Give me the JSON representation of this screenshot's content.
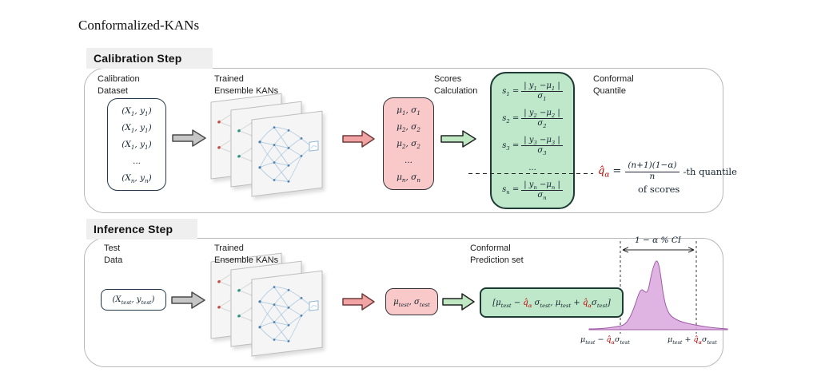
{
  "title": "Conformalized-KANs",
  "colors": {
    "box_pink": "#f9c8c8",
    "box_green": "#bfe8ca",
    "arrow_gray": "#c6c6c6",
    "arrow_pink": "#f2a3a3",
    "arrow_green": "#bfe8c2",
    "highlight_red": "#c00000",
    "density_purple": "#dcaade"
  },
  "calibration": {
    "header": "Calibration Step",
    "dataset_label1": "Calibration",
    "dataset_label2": "Dataset",
    "kans_label1": "Trained",
    "kans_label2": "Ensemble KANs",
    "scores_label1": "Scores",
    "scores_label2": "Calculation",
    "quantile_label1": "Conformal",
    "quantile_label2": "Quantile",
    "dataset_items": [
      [
        {
          "t": "(X"
        },
        {
          "s": "1"
        },
        {
          "t": ", y"
        },
        {
          "s": "1"
        },
        {
          "t": ")"
        }
      ],
      [
        {
          "t": "(X"
        },
        {
          "s": "1"
        },
        {
          "t": ", y"
        },
        {
          "s": "1"
        },
        {
          "t": ")"
        }
      ],
      [
        {
          "t": "(X"
        },
        {
          "s": "1"
        },
        {
          "t": ", y"
        },
        {
          "s": "1"
        },
        {
          "t": ")"
        }
      ],
      [
        {
          "t": "..."
        }
      ],
      [
        {
          "t": "(X"
        },
        {
          "s": "n"
        },
        {
          "t": ", y"
        },
        {
          "s": "n"
        },
        {
          "t": ")"
        }
      ]
    ],
    "mu_items": [
      [
        {
          "t": "μ"
        },
        {
          "s": "1"
        },
        {
          "t": ", σ"
        },
        {
          "s": "1"
        }
      ],
      [
        {
          "t": "μ"
        },
        {
          "s": "2"
        },
        {
          "t": ", σ"
        },
        {
          "s": "2"
        }
      ],
      [
        {
          "t": "μ"
        },
        {
          "s": "2"
        },
        {
          "t": ", σ"
        },
        {
          "s": "2"
        }
      ],
      [
        {
          "t": "..."
        }
      ],
      [
        {
          "t": "μ"
        },
        {
          "s": "n"
        },
        {
          "t": ", σ"
        },
        {
          "s": "n"
        }
      ]
    ],
    "scores": {
      "rows": [
        {
          "lhs": [
            {
              "t": "s"
            },
            {
              "s": "1"
            },
            {
              "t": " ="
            }
          ],
          "num": [
            {
              "t": "| y"
            },
            {
              "s": "1"
            },
            {
              "t": " −μ"
            },
            {
              "s": "1"
            },
            {
              "t": " |"
            }
          ],
          "den": [
            {
              "t": "σ"
            },
            {
              "s": "1"
            }
          ]
        },
        {
          "lhs": [
            {
              "t": "s"
            },
            {
              "s": "2"
            },
            {
              "t": " ="
            }
          ],
          "num": [
            {
              "t": "| y"
            },
            {
              "s": "2"
            },
            {
              "t": " −μ"
            },
            {
              "s": "2"
            },
            {
              "t": " |"
            }
          ],
          "den": [
            {
              "t": "σ"
            },
            {
              "s": "2"
            }
          ]
        },
        {
          "lhs": [
            {
              "t": "s"
            },
            {
              "s": "3"
            },
            {
              "t": " ="
            }
          ],
          "num": [
            {
              "t": "| y"
            },
            {
              "s": "3"
            },
            {
              "t": " −μ"
            },
            {
              "s": "3"
            },
            {
              "t": " |"
            }
          ],
          "den": [
            {
              "t": "σ"
            },
            {
              "s": "3"
            }
          ]
        },
        {
          "lhs": [
            {
              "t": "s"
            },
            {
              "s": "n"
            },
            {
              "t": " ="
            }
          ],
          "num": [
            {
              "t": "| y"
            },
            {
              "s": "n"
            },
            {
              "t": " −μ"
            },
            {
              "s": "n"
            },
            {
              "t": " |"
            }
          ],
          "den": [
            {
              "t": "σ"
            },
            {
              "s": "n"
            }
          ]
        }
      ],
      "dots": [
        {
          "t": "..."
        }
      ]
    },
    "quantile": {
      "lhs": [
        {
          "r": [
            {
              "t": "q̂"
            },
            {
              "s": "α"
            }
          ]
        },
        {
          "t": " ="
        }
      ],
      "num": [
        {
          "t": "(n+1)(1−α)"
        }
      ],
      "den": [
        {
          "t": "n"
        }
      ],
      "tail": [
        {
          "t": "-th quantile"
        }
      ],
      "tail2": [
        {
          "t": "of scores"
        }
      ]
    }
  },
  "inference": {
    "header": "Inference Step",
    "test_label1": "Test",
    "test_label2": "Data",
    "kans_label1": "Trained",
    "kans_label2": "Ensemble KANs",
    "pred_label1": "Conformal",
    "pred_label2": "Prediction set",
    "test_item": [
      {
        "t": "(X"
      },
      {
        "s": "test"
      },
      {
        "t": ", y"
      },
      {
        "s": "test"
      },
      {
        "t": ")"
      }
    ],
    "mu_sigma": [
      {
        "t": "μ"
      },
      {
        "s": "test"
      },
      {
        "t": ", σ"
      },
      {
        "s": "test"
      }
    ],
    "prediction_set": [
      {
        "t": "[μ"
      },
      {
        "s": "test"
      },
      {
        "t": " − "
      },
      {
        "r": [
          {
            "t": "q̂"
          },
          {
            "s": "α"
          }
        ]
      },
      {
        "t": " σ"
      },
      {
        "s": "test"
      },
      {
        "t": ", μ"
      },
      {
        "s": "test"
      },
      {
        "t": " + "
      },
      {
        "r": [
          {
            "t": "q̂"
          },
          {
            "s": "α"
          }
        ]
      },
      {
        "t": "σ"
      },
      {
        "s": "test"
      },
      {
        "t": "]"
      }
    ],
    "plot": {
      "ci": [
        {
          "t": "1 − α % CI"
        }
      ],
      "left": [
        {
          "t": "μ"
        },
        {
          "s": "test"
        },
        {
          "t": " − "
        },
        {
          "r": [
            {
              "t": "q̂"
            },
            {
              "s": "α"
            }
          ]
        },
        {
          "t": "σ"
        },
        {
          "s": "test"
        }
      ],
      "right": [
        {
          "t": "μ"
        },
        {
          "s": "test"
        },
        {
          "t": " + "
        },
        {
          "r": [
            {
              "t": "q̂"
            },
            {
              "s": "α"
            }
          ]
        },
        {
          "t": "σ"
        },
        {
          "s": "test"
        }
      ]
    }
  }
}
